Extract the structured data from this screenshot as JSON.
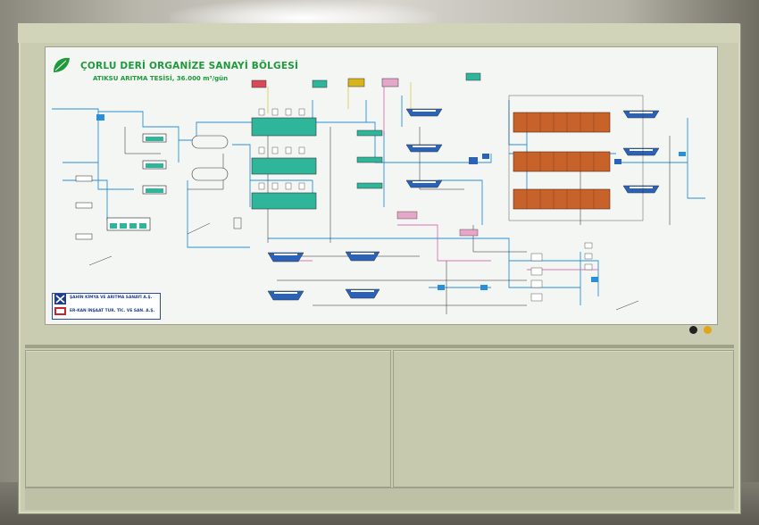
{
  "panel": {
    "title": "ÇORLU DERİ ORGANİZE SANAYİ BÖLGESİ",
    "subtitle": "ATIKSU ARITMA TESİSİ, 36.000 m³/gün"
  },
  "logos": {
    "company1": "ŞAHİN KİMYA VE ARITMA SANAYİ A.Ş.",
    "company2": "ER-KAN İNŞAAT TUR. TİC. VE SAN. A.Ş."
  },
  "colors": {
    "title_green": "#1e9a3c",
    "pipe_blue": "#2a8fd6",
    "tank_teal": "#2fb59a",
    "tank_orange": "#c6622a",
    "clarifier_blue": "#2a62b8",
    "cabinet": "#c9ccb1"
  }
}
